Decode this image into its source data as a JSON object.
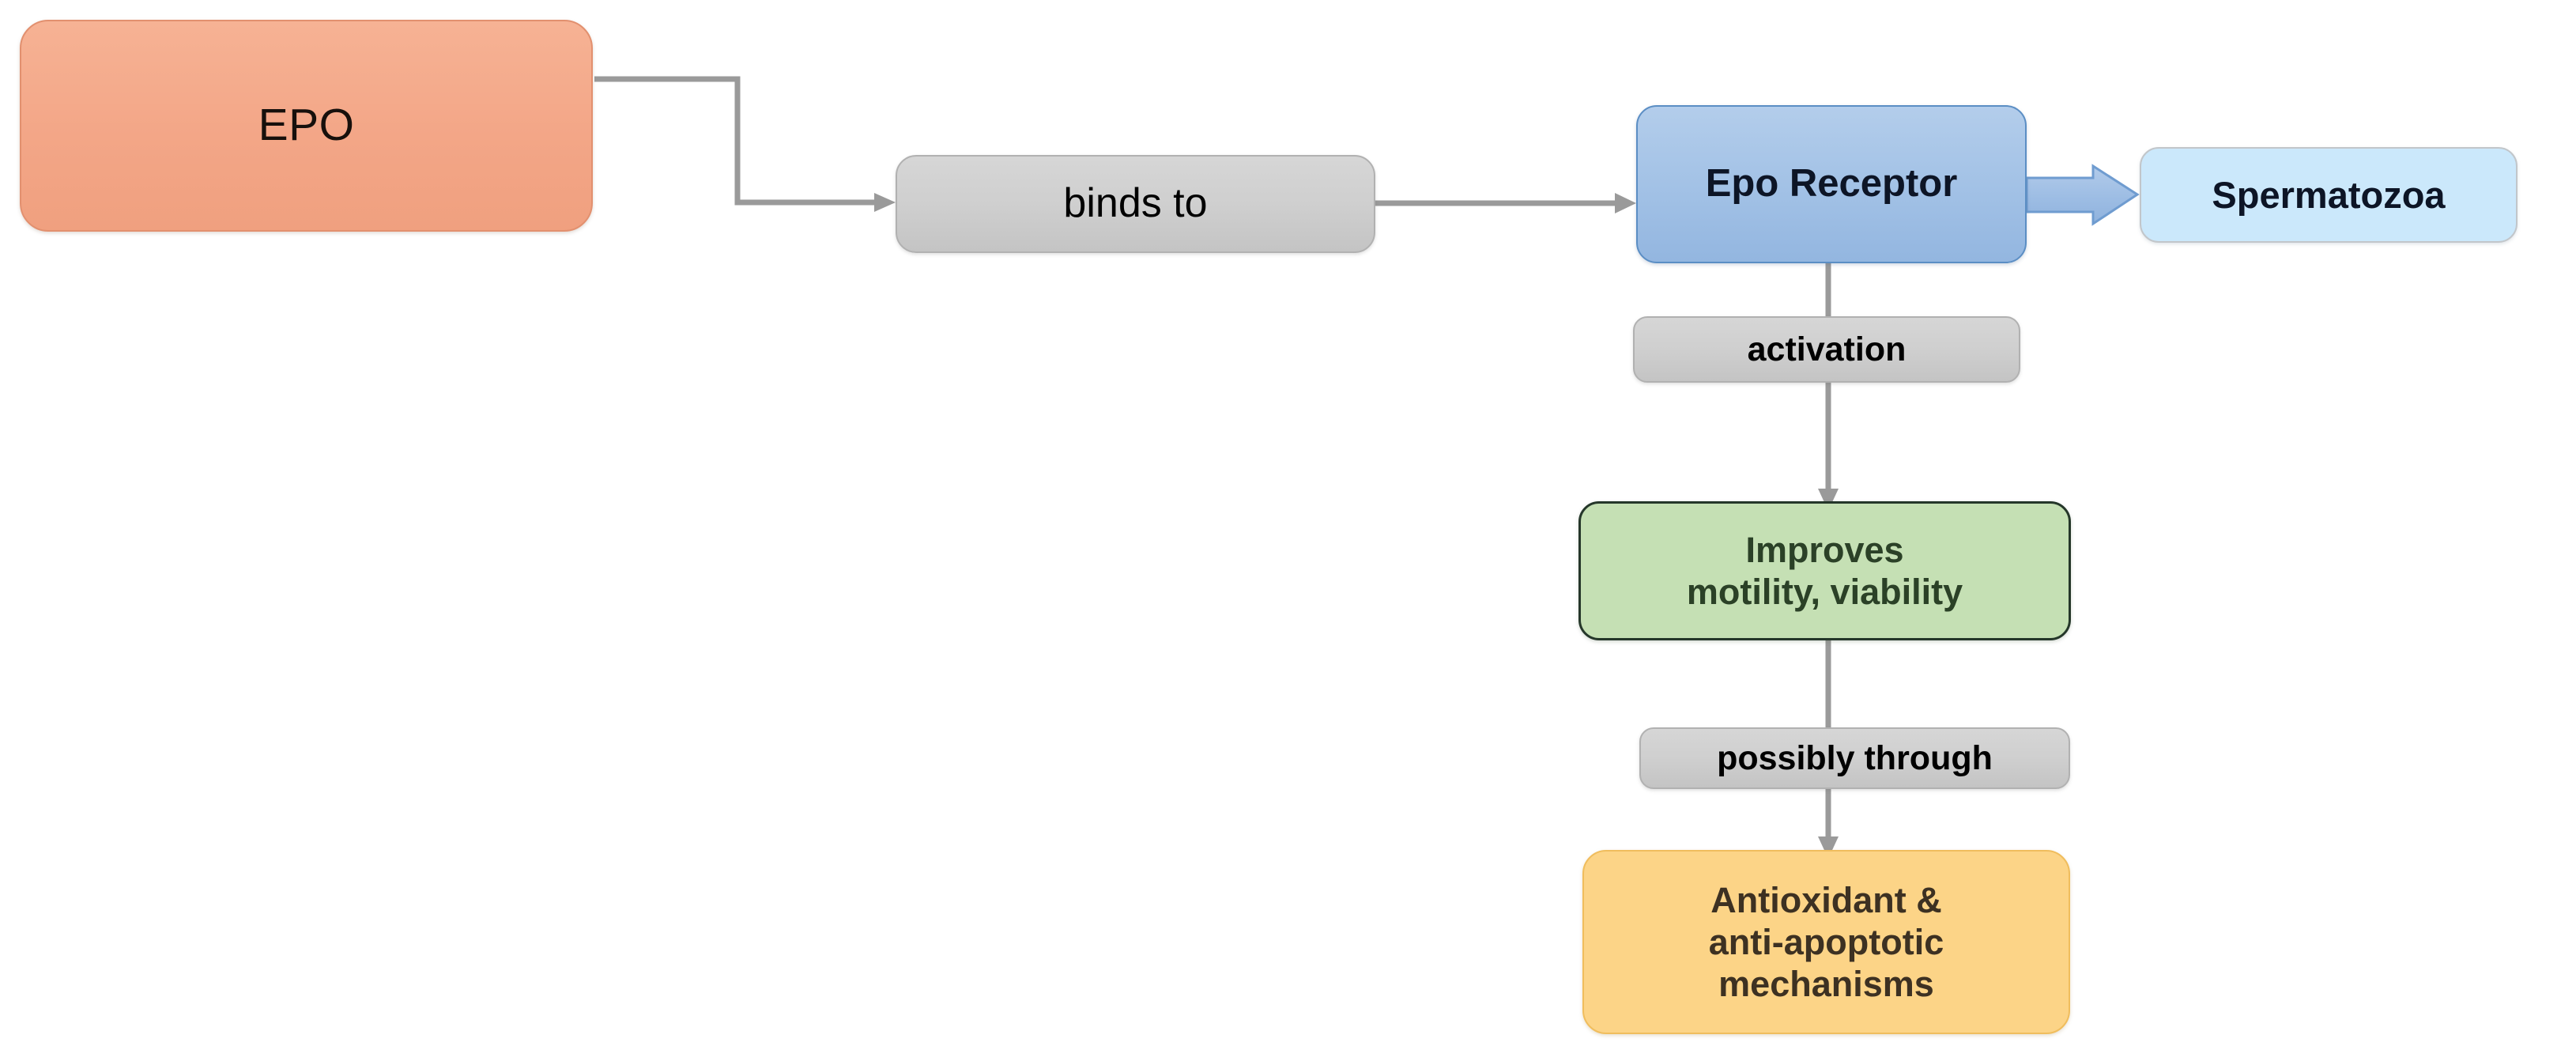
{
  "diagram": {
    "title": "EPO spermatozoa signaling flowchart",
    "background": "#ffffff",
    "nodes": {
      "epo": {
        "label": "EPO",
        "fill": "#f3a687",
        "border": "#e2906f",
        "text_color": "#17100c"
      },
      "binds_to": {
        "label": "binds to",
        "fill": "#cfcfcf",
        "border": "#b1b1b1",
        "text_color": "#000000"
      },
      "receptor": {
        "label": "Epo Receptor",
        "fill": "#a3c2e6",
        "border": "#5b8ec4",
        "text_color": "#0d1526"
      },
      "spermatozoa": {
        "label": "Spermatozoa",
        "fill": "#cbe8fb",
        "border": "#c2c6ca",
        "text_color": "#0d1526"
      },
      "activation": {
        "label": "activation",
        "fill": "#cfcfcf",
        "border": "#b1b1b1",
        "text_color": "#000000"
      },
      "improves": {
        "label": "Improves\nmotility, viability",
        "fill": "#c5e0b4",
        "border": "#25372a",
        "text_color": "#2b4127"
      },
      "possibly_through": {
        "label": "possibly through",
        "fill": "#cfcfcf",
        "border": "#b1b1b1",
        "text_color": "#000000"
      },
      "antioxidant": {
        "label": "Antioxidant &\nanti-apoptotic\nmechanisms",
        "fill": "#fcd487",
        "border": "#f0bd5d",
        "text_color": "#3d3122"
      }
    },
    "edges": [
      {
        "name": "epo-to-binds-to",
        "from": "epo",
        "to": "binds_to",
        "style": "elbow-arrow",
        "color": "#9a9a9a"
      },
      {
        "name": "binds-to-to-receptor",
        "from": "binds_to",
        "to": "receptor",
        "style": "straight-arrow",
        "color": "#9a9a9a"
      },
      {
        "name": "receptor-to-spermatozoa",
        "from": "receptor",
        "to": "spermatozoa",
        "style": "block-arrow",
        "color": "#9dbde4",
        "border": "#6f9cd0"
      },
      {
        "name": "receptor-to-improves",
        "from": "receptor",
        "to": "improves",
        "label": "activation",
        "style": "straight-arrow-down",
        "color": "#9a9a9a"
      },
      {
        "name": "improves-to-antioxidant",
        "from": "improves",
        "to": "antioxidant",
        "label": "possibly through",
        "style": "straight-arrow-down",
        "color": "#9a9a9a"
      }
    ]
  }
}
